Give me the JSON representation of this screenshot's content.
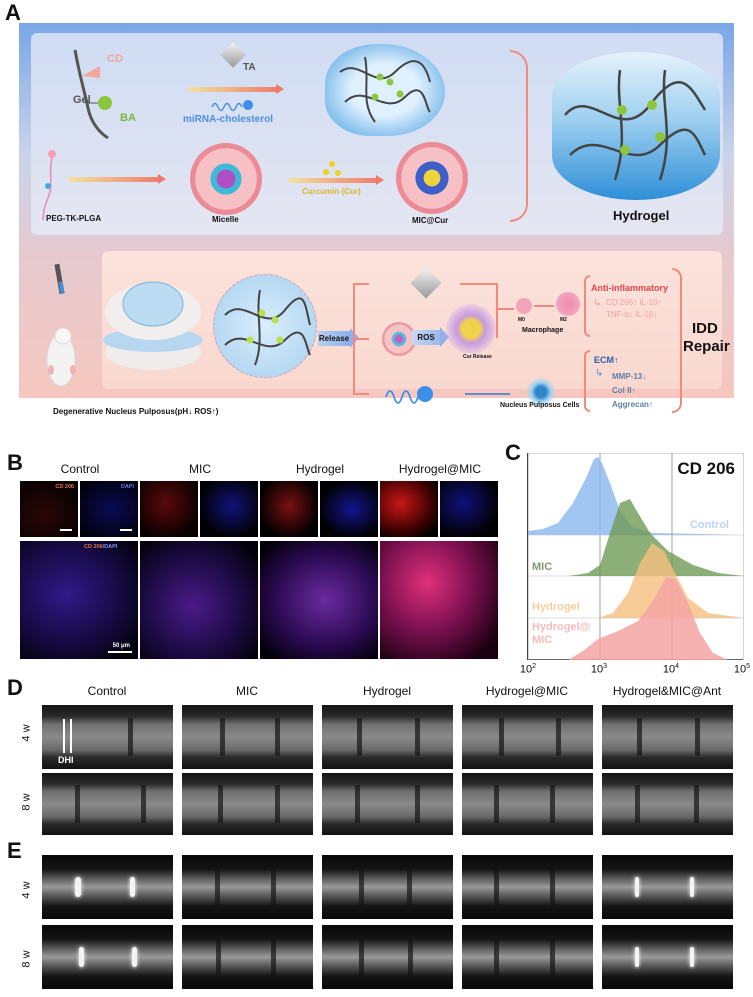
{
  "panel_labels": {
    "A": "A",
    "B": "B",
    "C": "C",
    "D": "D",
    "E": "E"
  },
  "panelA": {
    "top": {
      "gel": "Gel",
      "cd": "CD",
      "ba": "BA",
      "ta": "TA",
      "mirna": "miRNA-cholesterol",
      "peg": "PEG-TK-PLGA",
      "micelle": "Micelle",
      "curcumin": "Curcumin (Cur)",
      "miccur": "MIC@Cur",
      "hydrogel": "Hydrogel"
    },
    "bottom": {
      "np_label": "Degenerative Nucleus Pulposus(pH↓ ROS↑)",
      "release": "Release",
      "ros": "ROS",
      "cur_release": "Cur Release",
      "m0": "M0",
      "m2": "M2",
      "macrophage": "Macrophage",
      "np_cells": "Nucleus Pulposus Cells",
      "anti_inflammatory": "Anti-inflammatory",
      "cd206": "CD 206↑  IL-10↑",
      "tnf": "TNF-α↓   IL-1β↓",
      "ecm": "ECM↑",
      "mmp13": "MMP-13↓",
      "col2": "Col II↑",
      "aggrecan": "Aggrecan↑",
      "idd1": "IDD",
      "idd2": "Repair"
    },
    "colors": {
      "accent_red": "#e0474c",
      "accent_blue": "#2b5ea8",
      "arrow": "#f08a7a"
    }
  },
  "panelB": {
    "columns": [
      "Control",
      "MIC",
      "Hydrogel",
      "Hydrogel@MIC"
    ],
    "tag_cd206": "CD 206",
    "tag_dapi": "DAPI",
    "tag_merge_a": "CD 206",
    "tag_merge_b": "/DAPI",
    "scale": "50 μm"
  },
  "chart_data": {
    "type": "area",
    "title": "CD 206",
    "xlabel": "",
    "ylabel": "",
    "x_scale": "log",
    "xlim": [
      100,
      100000
    ],
    "x_ticks": [
      "10^2",
      "10^3",
      "10^4",
      "10^5"
    ],
    "grid": "vertical lines at 10^3 and 10^4",
    "layout": "stacked offset histograms (ridgeline)",
    "series": [
      {
        "name": "Control",
        "color": "#8ab6ee",
        "peak_x": 900,
        "approx_range": [
          100,
          100000
        ],
        "peak_position": "~10^2.95"
      },
      {
        "name": "MIC",
        "color": "#7fa66a",
        "peak_x": 3000,
        "approx_range": [
          700,
          100000
        ],
        "peak_position": "~10^3.5"
      },
      {
        "name": "Hydrogel",
        "color": "#f6c08a",
        "peak_x": 6000,
        "approx_range": [
          1000,
          40000
        ],
        "peak_position": "~10^3.8"
      },
      {
        "name": "Hydrogel@MIC",
        "color": "#f4a6a6",
        "peak_x": 11000,
        "approx_range": [
          300,
          50000
        ],
        "peak_position": "~10^4.05"
      }
    ]
  },
  "panelC": {
    "title": "CD 206",
    "legend": [
      "Control",
      "MIC",
      "Hydrogel",
      "Hydrogel@",
      "MIC"
    ],
    "ticks": [
      {
        "base": "10",
        "exp": "2"
      },
      {
        "base": "10",
        "exp": "3"
      },
      {
        "base": "10",
        "exp": "4"
      },
      {
        "base": "10",
        "exp": "5"
      }
    ]
  },
  "panelD": {
    "columns": [
      "Control",
      "MIC",
      "Hydrogel",
      "Hydrogel@MIC",
      "Hydrogel&MIC@Ant"
    ],
    "rows": [
      "4 w",
      "8 w"
    ],
    "dhi": "DHI"
  },
  "panelE": {
    "rows": [
      "4 w",
      "8 w"
    ]
  }
}
